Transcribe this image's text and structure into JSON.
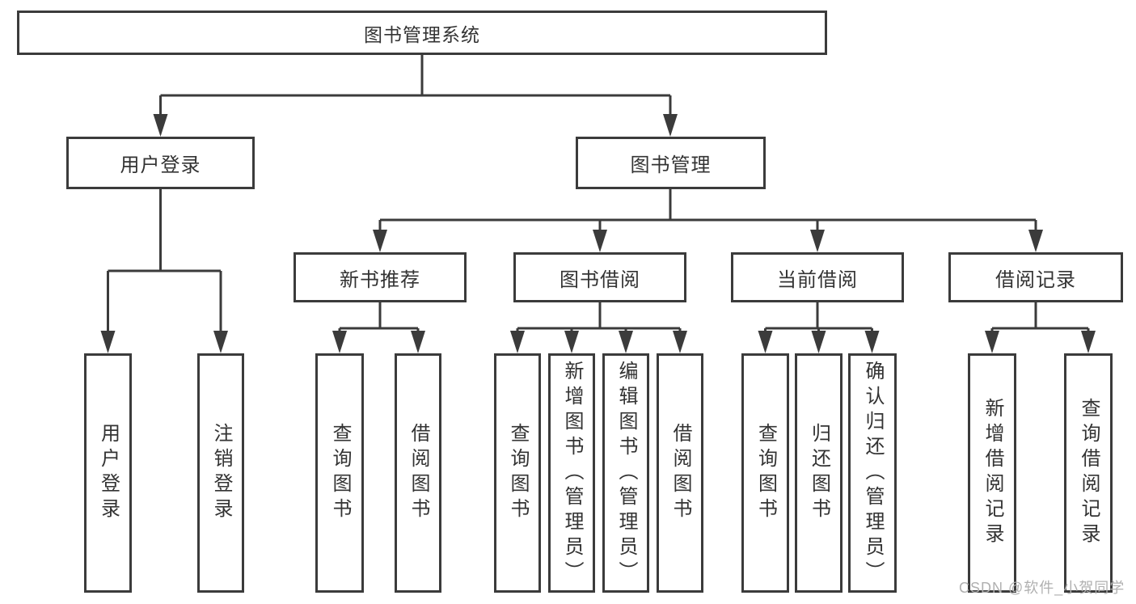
{
  "diagram": {
    "root": {
      "label": "图书管理系统"
    },
    "branches": [
      {
        "label": "用户登录",
        "leaves": [
          {
            "label": "用户登录"
          },
          {
            "label": "注销登录"
          }
        ]
      },
      {
        "label": "图书管理",
        "sections": [
          {
            "label": "新书推荐",
            "leaves": [
              {
                "label": "查询图书"
              },
              {
                "label": "借阅图书"
              }
            ]
          },
          {
            "label": "图书借阅",
            "leaves": [
              {
                "label": "查询图书"
              },
              {
                "label": "新增图书（管理员）"
              },
              {
                "label": "编辑图书（管理员）"
              },
              {
                "label": "借阅图书"
              }
            ]
          },
          {
            "label": "当前借阅",
            "leaves": [
              {
                "label": "查询图书"
              },
              {
                "label": "归还图书"
              },
              {
                "label": "确认归还（管理员）"
              }
            ]
          },
          {
            "label": "借阅记录",
            "leaves": [
              {
                "label": "新增借阅记录"
              },
              {
                "label": "查询借阅记录"
              }
            ]
          }
        ]
      }
    ]
  },
  "watermark": {
    "text": "CSDN @软件_小贺同学"
  },
  "colors": {
    "line": "#3b3b3b",
    "box_border": "#3b3b3b",
    "text": "#333333",
    "background": "#ffffff",
    "watermark": "#b0b0b0"
  }
}
